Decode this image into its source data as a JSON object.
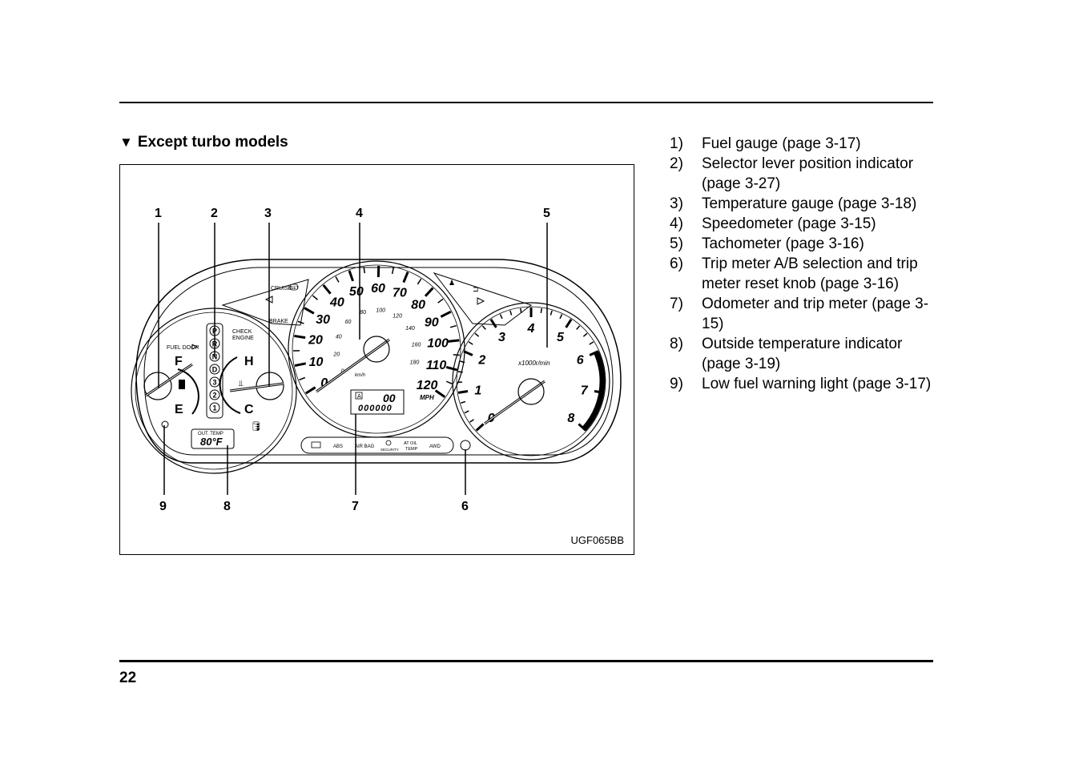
{
  "page": {
    "number": "22"
  },
  "section": {
    "marker": "▼",
    "title": "Except turbo models"
  },
  "figure": {
    "id": "UGF065BB",
    "callouts_top": [
      "1",
      "2",
      "3",
      "4",
      "5"
    ],
    "callouts_bottom": [
      "9",
      "8",
      "7",
      "6"
    ],
    "fuel": {
      "full": "F",
      "empty": "E",
      "label": "FUEL DOOR"
    },
    "temp": {
      "hot": "H",
      "cold": "C"
    },
    "selector": [
      "P",
      "R",
      "N",
      "D",
      "3",
      "2",
      "1"
    ],
    "check_engine": [
      "CHECK",
      "ENGINE"
    ],
    "cruise": "CRUISE",
    "cruise_set": "SET",
    "brake": "BRAKE",
    "speedo": {
      "mph": [
        "0",
        "10",
        "20",
        "30",
        "40",
        "50",
        "60",
        "70",
        "80",
        "90",
        "100",
        "110",
        "120"
      ],
      "kmh": [
        "0",
        "20",
        "40",
        "60",
        "80",
        "100",
        "120",
        "140",
        "160",
        "180"
      ],
      "unit_mph": "MPH",
      "unit_kmh": "km/h"
    },
    "tacho": {
      "marks": [
        "0",
        "1",
        "2",
        "3",
        "4",
        "5",
        "6",
        "7",
        "8"
      ],
      "unit": "x1000r/min"
    },
    "odo": {
      "trip_letter": "A",
      "trip": "00",
      "total": "000000"
    },
    "out_temp": {
      "label": "OUT. TEMP",
      "value": "80°F"
    },
    "warnings": [
      "ABS",
      "AIR BAG",
      "SECURITY",
      "AT OIL TEMP",
      "AWD"
    ]
  },
  "legend": [
    {
      "num": "1)",
      "text": "Fuel gauge (page 3-17)"
    },
    {
      "num": "2)",
      "text": "Selector lever position indicator (page 3-27)"
    },
    {
      "num": "3)",
      "text": "Temperature gauge (page 3-18)"
    },
    {
      "num": "4)",
      "text": "Speedometer (page 3-15)"
    },
    {
      "num": "5)",
      "text": "Tachometer (page 3-16)"
    },
    {
      "num": "6)",
      "text": "Trip meter A/B selection and trip meter reset knob (page 3-16)"
    },
    {
      "num": "7)",
      "text": "Odometer and trip meter (page 3-15)"
    },
    {
      "num": "8)",
      "text": "Outside temperature indicator (page 3-19)"
    },
    {
      "num": "9)",
      "text": "Low fuel warning light (page 3-17)"
    }
  ]
}
